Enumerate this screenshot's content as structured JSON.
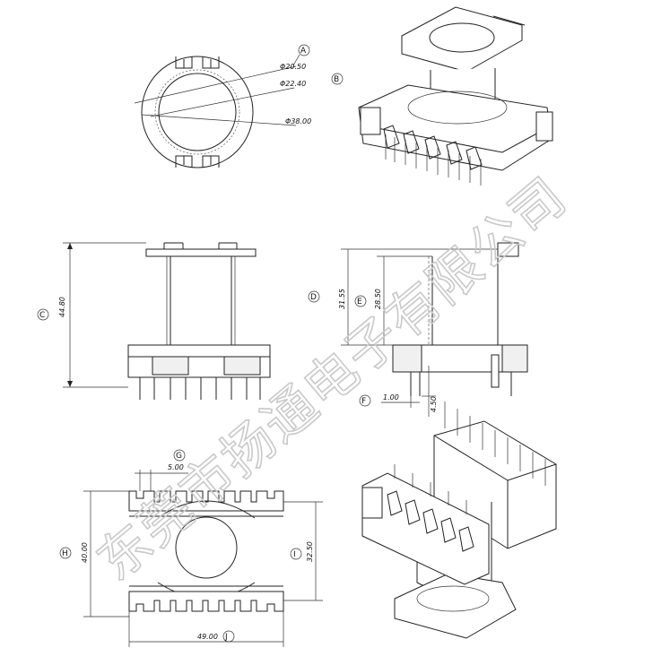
{
  "watermark": "东莞市扬通电子有限公司",
  "callouts": {
    "A": "A",
    "B": "B",
    "C": "C",
    "D": "D",
    "E": "E",
    "F": "F",
    "G": "G",
    "H": "H",
    "I": "I",
    "J": "J"
  },
  "dimensions": {
    "d_a": "Φ20.50",
    "d_b": "Φ22.40",
    "d_outer": "Φ38.00",
    "c_height": "44.80",
    "d_height": "31.55",
    "e_height": "28.50",
    "f_width": "1.00",
    "f_pin": "4.50",
    "g_pitch": "5.00",
    "h_depth": "40.00",
    "i_depth": "32.50",
    "j_width": "49.00"
  }
}
